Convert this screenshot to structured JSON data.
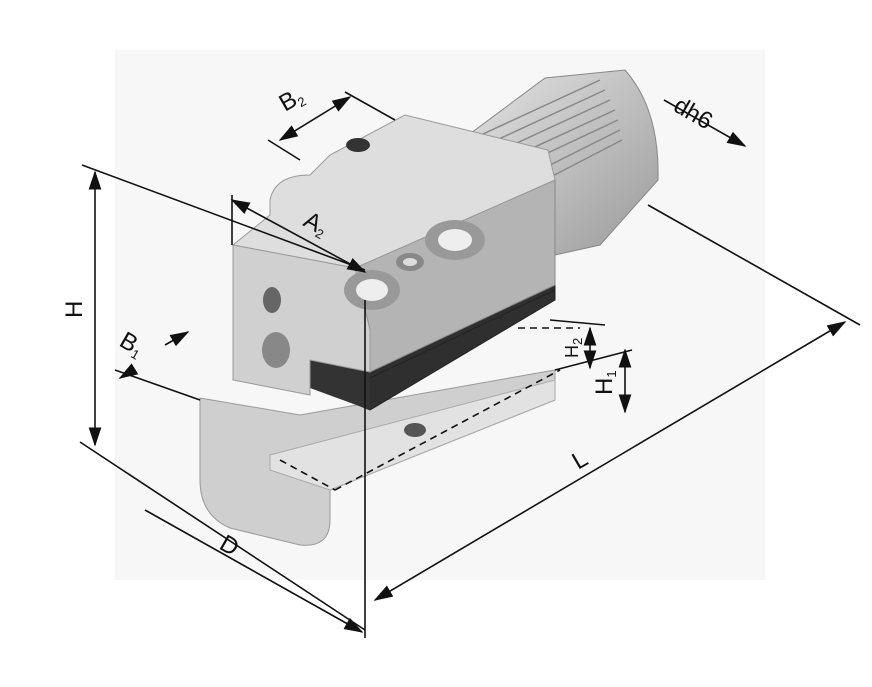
{
  "figure": {
    "title": "Tool holder dimension drawing",
    "labels": {
      "B2": {
        "main": "B",
        "sub": "2"
      },
      "dh6": {
        "main": "dh6"
      },
      "A2": {
        "main": "A",
        "sub": "2"
      },
      "H": {
        "main": "H"
      },
      "B1": {
        "main": "B",
        "sub": "1"
      },
      "H2": {
        "main": "H",
        "sub": "2"
      },
      "H1": {
        "main": "H",
        "sub": "1"
      },
      "L": {
        "main": "L"
      },
      "D": {
        "main": "D"
      }
    },
    "colors": {
      "body_light": "#dcdcdc",
      "body_mid": "#c4c4c4",
      "body_dark": "#a8a8a8",
      "strip": "#2f2f2f",
      "line": "#111111"
    }
  }
}
